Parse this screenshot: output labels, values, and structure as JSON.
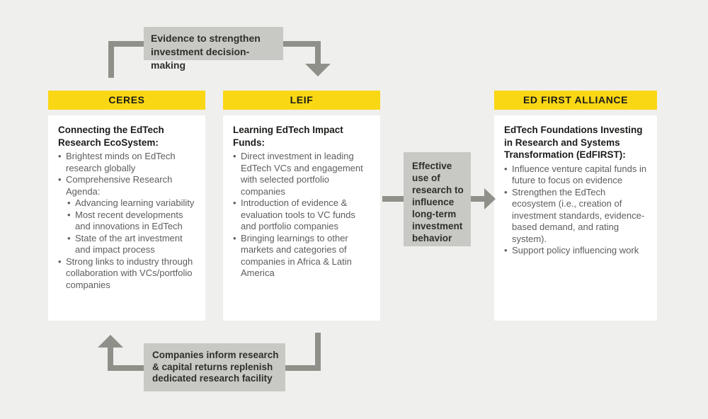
{
  "colors": {
    "background": "#efefed",
    "accent_yellow": "#fad714",
    "label_box_gray": "#c8c8c4",
    "arrow_gray": "#90908a",
    "card_white": "#ffffff",
    "title_text": "#1b1b19",
    "body_text": "#5d5d5b",
    "label_text": "#2e2e2c"
  },
  "flow_labels": {
    "top": "Evidence to strengthen investment decision-making",
    "middle": "Effective use of research to influence long-term investment behavior",
    "bottom": "Companies inform research & capital returns replenish dedicated research facility"
  },
  "columns": [
    {
      "header": "CERES",
      "title": "Connecting the EdTech Research EcoSystem:",
      "bullets": [
        {
          "level": 1,
          "text": "Brightest minds on EdTech research globally"
        },
        {
          "level": 1,
          "text": "Comprehensive Research Agenda:"
        },
        {
          "level": 2,
          "text": "Advancing learning variability"
        },
        {
          "level": 2,
          "text": "Most recent developments and innovations in EdTech"
        },
        {
          "level": 2,
          "text": "State of the art investment and impact process"
        },
        {
          "level": 1,
          "text": "Strong links to industry through collaboration with VCs/portfolio companies"
        }
      ]
    },
    {
      "header": "LEIF",
      "title": "Learning EdTech Impact Funds:",
      "bullets": [
        {
          "level": 1,
          "text": "Direct investment in leading EdTech VCs and engagement with selected portfolio companies"
        },
        {
          "level": 1,
          "text": "Introduction of evidence & evaluation tools to VC funds and portfolio companies"
        },
        {
          "level": 1,
          "text": "Bringing learnings to other markets and categories of companies in Africa & Latin America"
        }
      ]
    },
    {
      "header": "ED FIRST ALLIANCE",
      "title": "EdTech Foundations Investing in Research and Systems Transformation (EdFIRST):",
      "bullets": [
        {
          "level": 1,
          "text": "Influence venture capital funds in future to focus on evidence"
        },
        {
          "level": 1,
          "text": "Strengthen the EdTech ecosystem (i.e., creation of investment standards, evidence-based demand, and rating system)."
        },
        {
          "level": 1,
          "text": "Support policy influencing work"
        }
      ]
    }
  ]
}
